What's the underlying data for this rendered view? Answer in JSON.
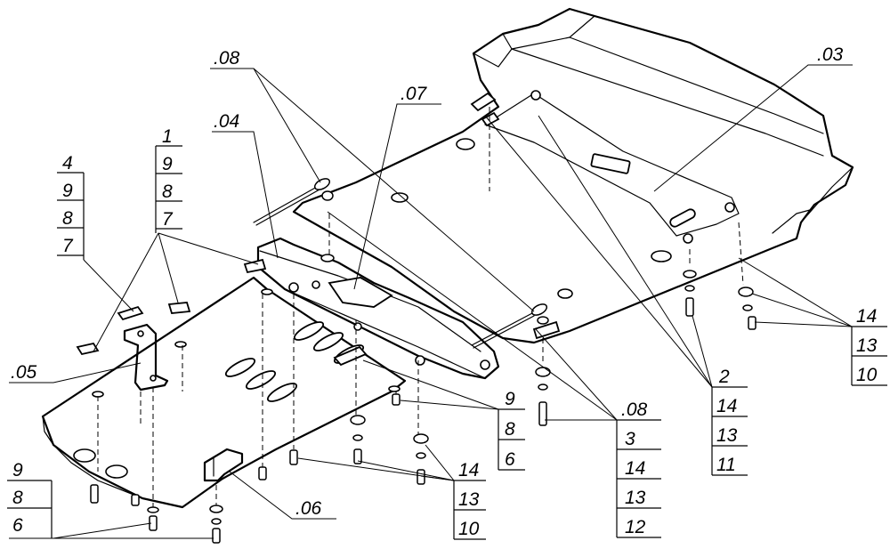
{
  "callouts": {
    "p03": ".03",
    "p04": ".04",
    "p05": ".05",
    "p06": ".06",
    "p07": ".07",
    "p08_top": ".08",
    "p08_right": ".08"
  },
  "stacks": {
    "s_1987": [
      "1",
      "9",
      "8",
      "7"
    ],
    "s_4987": [
      "4",
      "9",
      "8",
      "7"
    ],
    "s_986_left": [
      "9",
      "8",
      "6"
    ],
    "s_986_mid": [
      "9",
      "8",
      "6"
    ],
    "s_141310_mid": [
      "14",
      "13",
      "10"
    ],
    "s_141310_right": [
      "14",
      "13",
      "10"
    ],
    "s_2141311": [
      "2",
      "14",
      "13",
      "11"
    ],
    "s_08_list": [
      "3",
      "14",
      "13",
      "12"
    ]
  }
}
